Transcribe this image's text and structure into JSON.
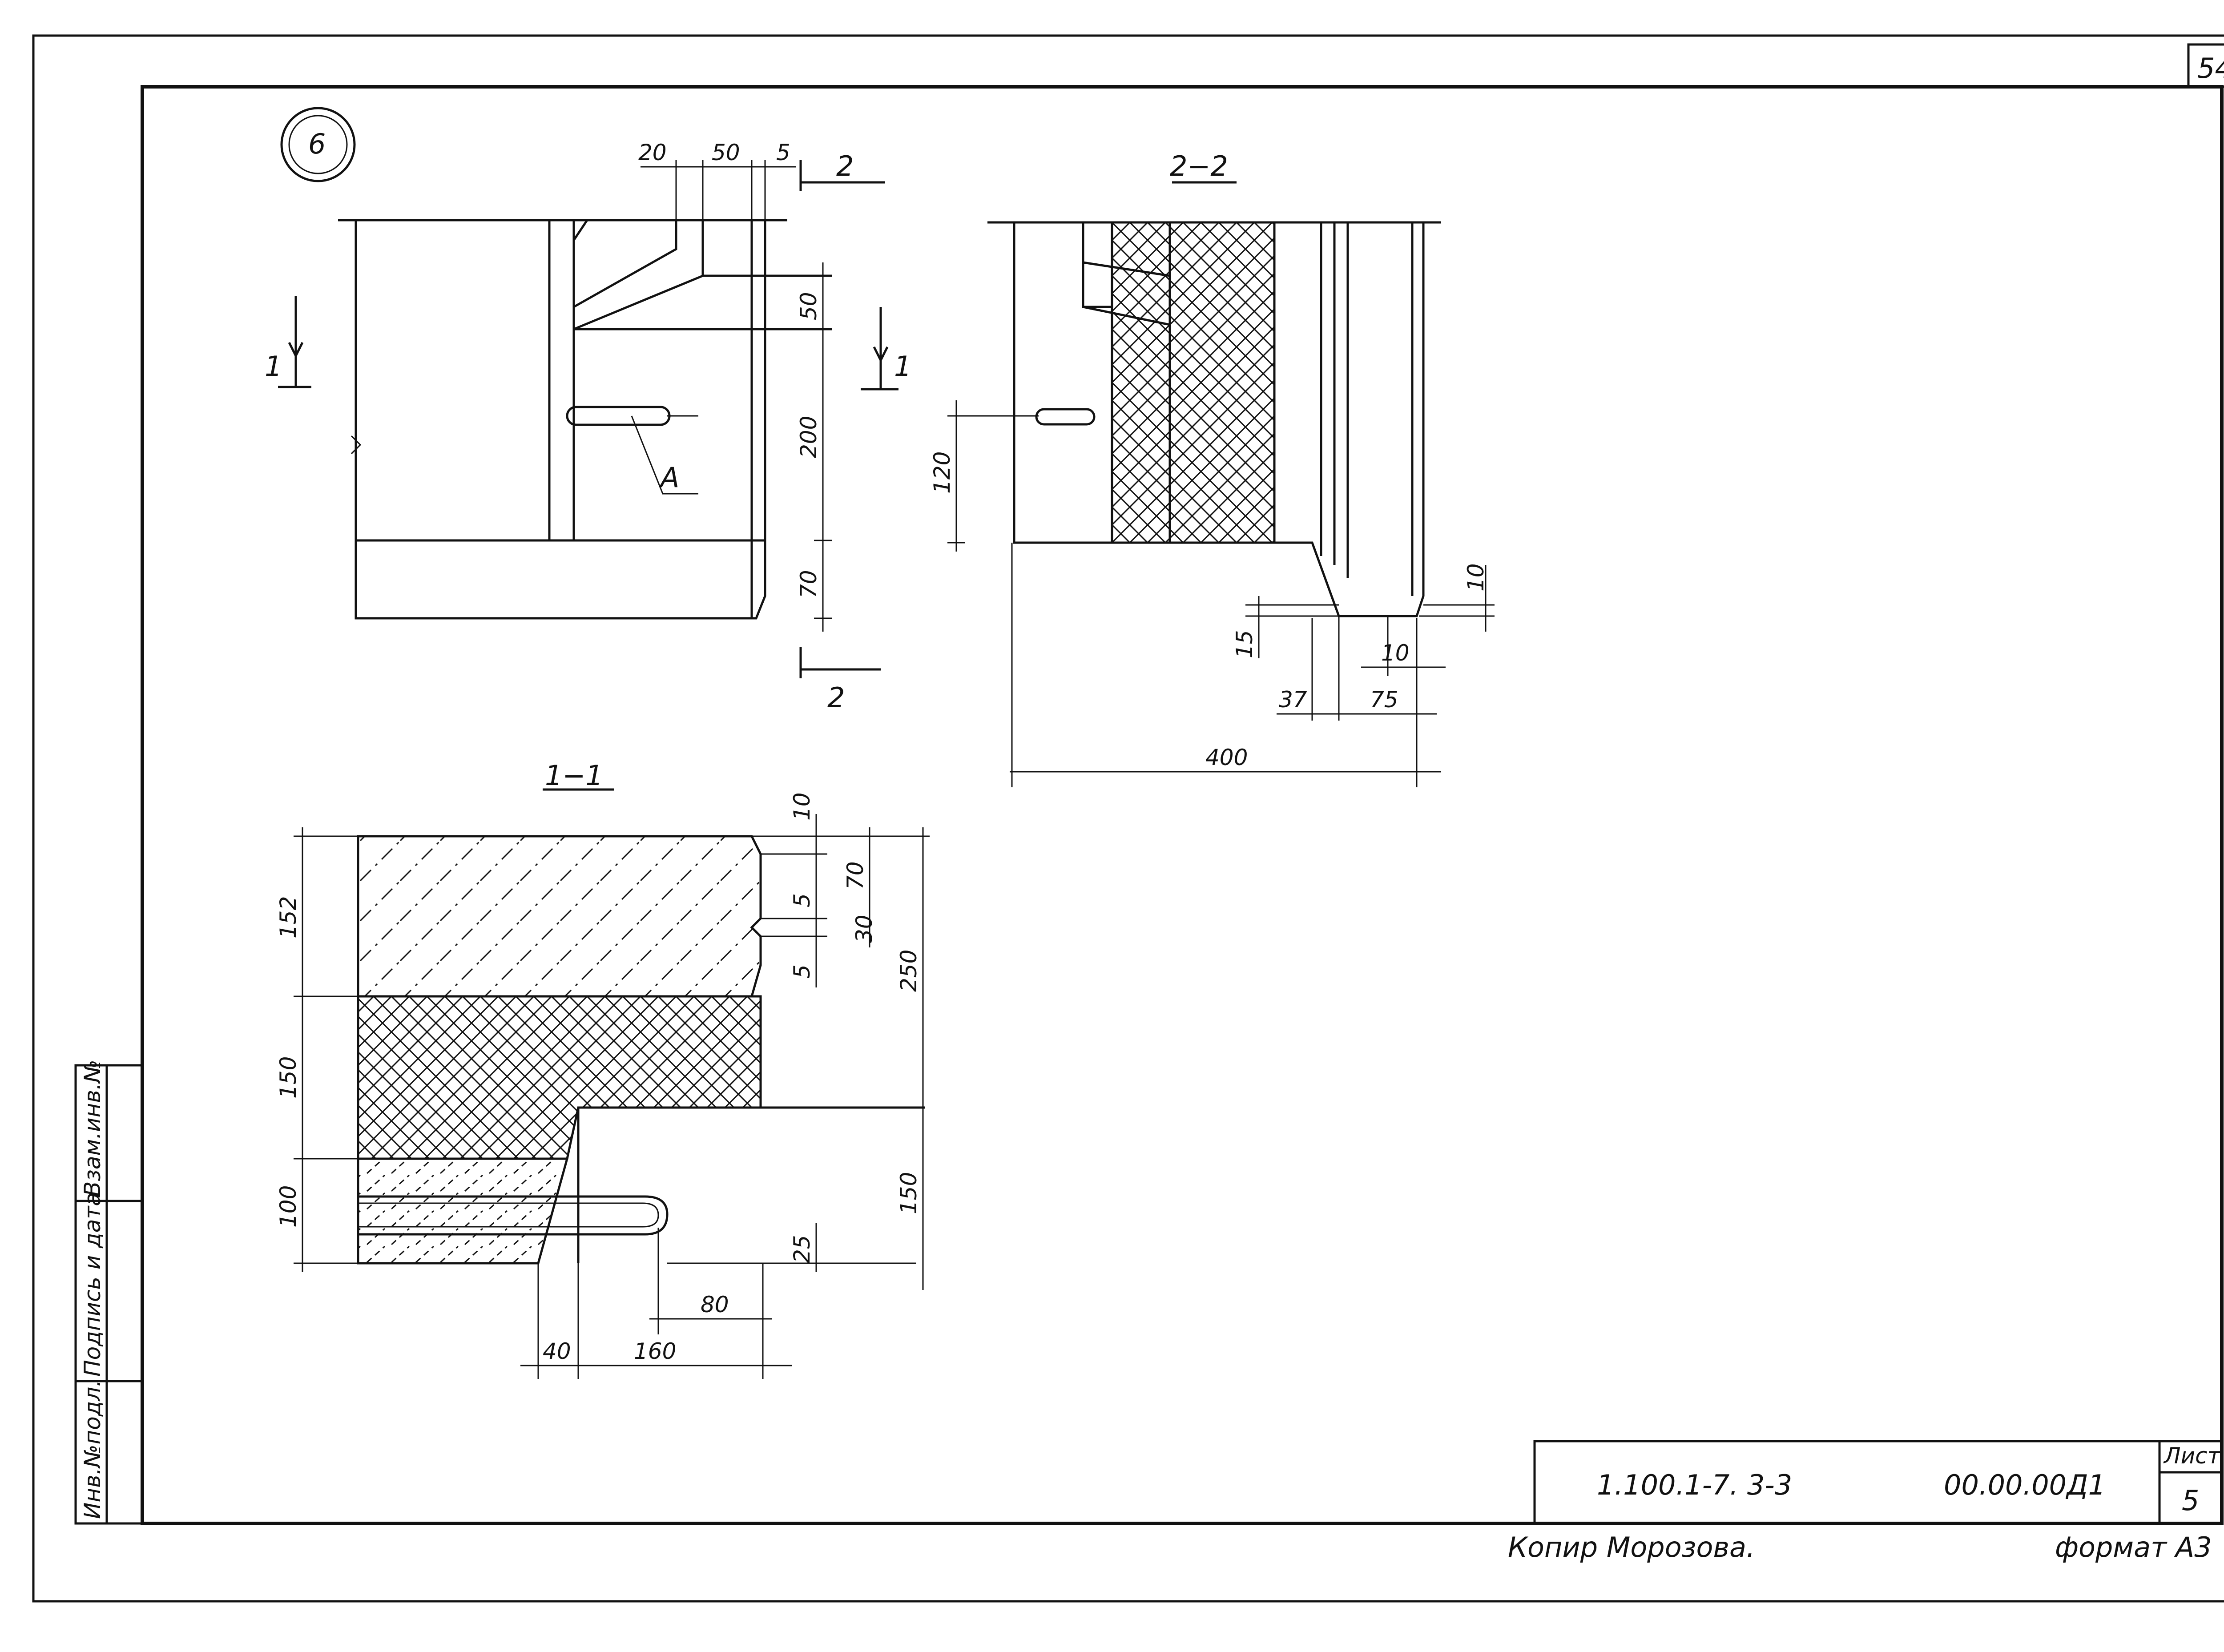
{
  "sheet_number": "54",
  "detail_number": "6",
  "section_1_1": "1−1",
  "section_2_2": "2−2",
  "cut_1": "1",
  "cut_2": "2",
  "callout_a": "A",
  "detail_dims": {
    "d20": "20",
    "d50top": "50",
    "d5": "5",
    "d50": "50",
    "d200": "200",
    "d70": "70"
  },
  "section22_dims": {
    "d120": "120",
    "d10a": "10",
    "d15": "15",
    "d10b": "10",
    "d37": "37",
    "d75": "75",
    "d400": "400"
  },
  "section11_dims": {
    "d152": "152",
    "d150a": "150",
    "d100": "100",
    "d10": "10",
    "d5a": "5",
    "d70": "70",
    "d30": "30",
    "d5b": "5",
    "d250": "250",
    "d150b": "150",
    "d25": "25",
    "d80": "80",
    "d40": "40",
    "d160": "160"
  },
  "stamp": {
    "code": "1.100.1-7. 3-3",
    "doc_number": "00.00.00Д1",
    "sheet_label": "Лист",
    "sheet_value": "5"
  },
  "footer": {
    "copier": "Копир  Морозова.",
    "format": "формат А3"
  },
  "side_stamp": {
    "inv_podl": "Инв.№подл.",
    "signature_date": "Подпись и дата",
    "vzam_inv": "Взам.инв.№"
  }
}
